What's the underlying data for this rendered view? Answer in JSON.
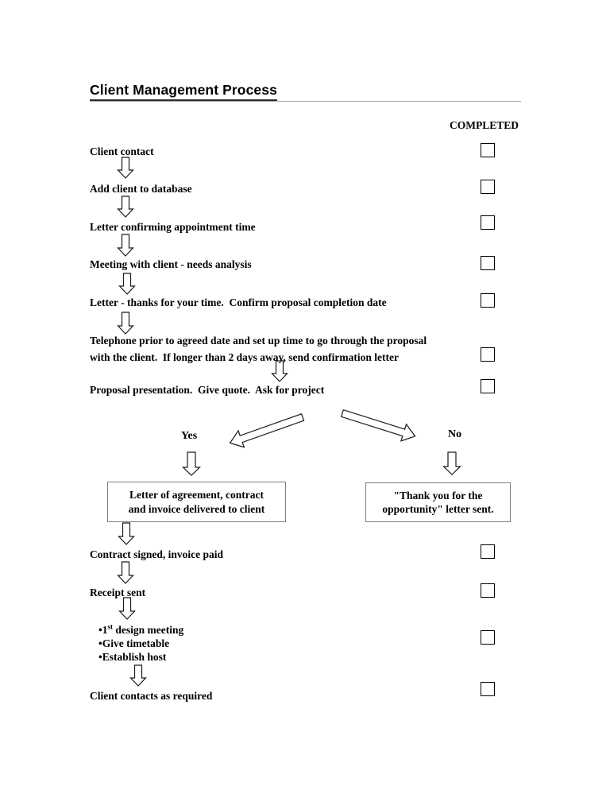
{
  "title": "Client Management Process",
  "completed_header": "COMPLETED",
  "steps": [
    {
      "label": "Client contact"
    },
    {
      "label": "Add client to database"
    },
    {
      "label": "Letter confirming appointment time"
    },
    {
      "label": "Meeting with client - needs analysis"
    },
    {
      "label": "Letter - thanks for your time.  Confirm proposal completion date"
    },
    {
      "label": "Telephone prior to agreed date and set up time to go through the proposal\nwith the client.  If longer than 2 days away, send confirmation letter"
    },
    {
      "label": "Proposal presentation.  Give quote.  Ask for project"
    }
  ],
  "branch": {
    "yes_label": "Yes",
    "no_label": "No",
    "yes_box": "Letter of agreement, contract\nand invoice delivered to client",
    "no_box": "\"Thank you for the\nopportunity\" letter sent."
  },
  "post_steps": [
    {
      "label": "Contract signed, invoice paid"
    },
    {
      "label": "Receipt sent"
    },
    {
      "label": "Client contacts as required"
    }
  ],
  "bullets": {
    "marker": "•",
    "items": [
      {
        "pre": "1",
        "sup": "st",
        "post": " design meeting"
      },
      {
        "pre": "Give timetable",
        "sup": "",
        "post": ""
      },
      {
        "pre": "Establish host",
        "sup": "",
        "post": ""
      }
    ]
  },
  "colors": {
    "text": "#000000",
    "arrow_outline": "#1a1a1a",
    "box_border": "#7f7f7f",
    "rule": "#a9a9a9",
    "background": "#ffffff"
  }
}
